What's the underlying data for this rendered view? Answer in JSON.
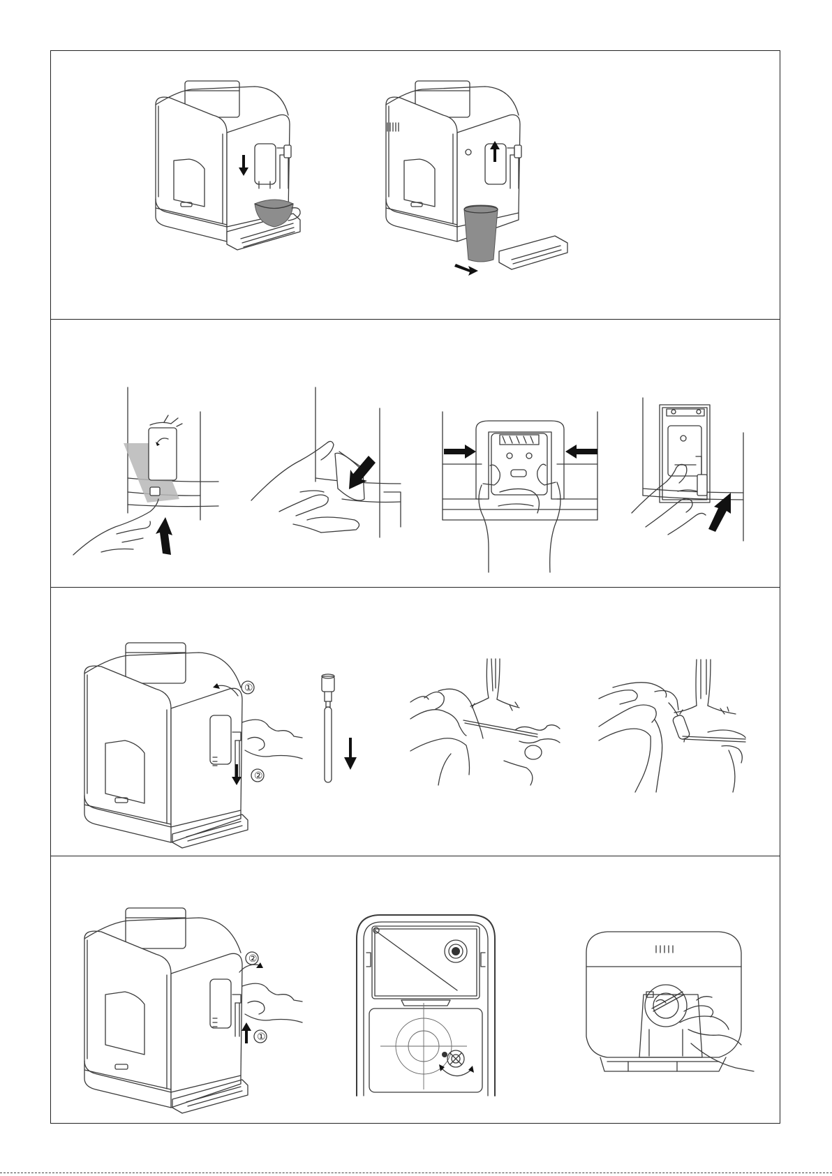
{
  "panels": [
    {
      "id": "panel-1",
      "figures": [
        "machine-cup-spout-down",
        "machine-glass-spout-up-tray-out"
      ]
    },
    {
      "id": "panel-2",
      "figures": [
        "hand-press-release-door",
        "hand-pull-door-open",
        "hands-squeeze-brew-unit",
        "hand-insert-brew-unit"
      ]
    },
    {
      "id": "panel-3",
      "figures": [
        "machine-remove-milk-tube",
        "milk-tube-pull-down",
        "hands-clean-tube-needle-1",
        "hands-clean-tube-needle-2"
      ]
    },
    {
      "id": "panel-4",
      "figures": [
        "machine-refit-milk-tube",
        "brew-chamber-adjust-dial",
        "hand-clean-grinder"
      ]
    }
  ],
  "labels": {
    "step_one": "①",
    "step_two": "②"
  },
  "colors": {
    "line": "#3a3a3a",
    "arrow": "#111111",
    "cup_fill": "#8d8d8d"
  }
}
